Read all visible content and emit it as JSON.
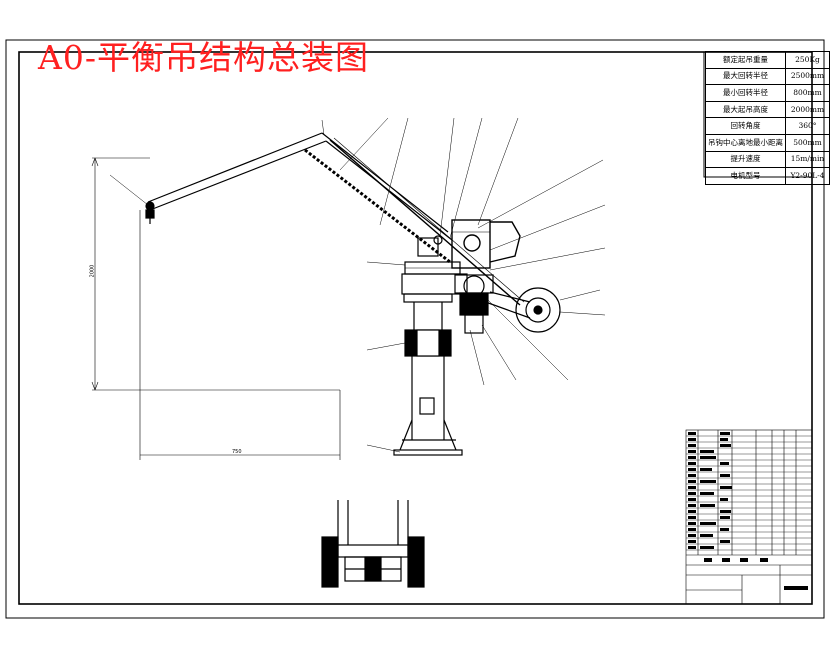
{
  "title": "A0-平衡吊结构总装图",
  "specs": [
    {
      "label": "额定起吊重量",
      "value": "250Kg"
    },
    {
      "label": "最大回转半径",
      "value": "2500mm"
    },
    {
      "label": "最小回转半径",
      "value": "800mm"
    },
    {
      "label": "最大起吊高度",
      "value": "2000mm"
    },
    {
      "label": "回转角度",
      "value": "360°"
    },
    {
      "label": "吊钩中心离地最小距离",
      "value": "500mm"
    },
    {
      "label": "提升速度",
      "value": "15m/min"
    },
    {
      "label": "电机型号",
      "value": "Y2-90L-4"
    }
  ],
  "dimensions": {
    "width": "750",
    "height": "2000"
  },
  "colors": {
    "line": "#000000",
    "title": "#ff2020",
    "paper": "#ffffff"
  }
}
